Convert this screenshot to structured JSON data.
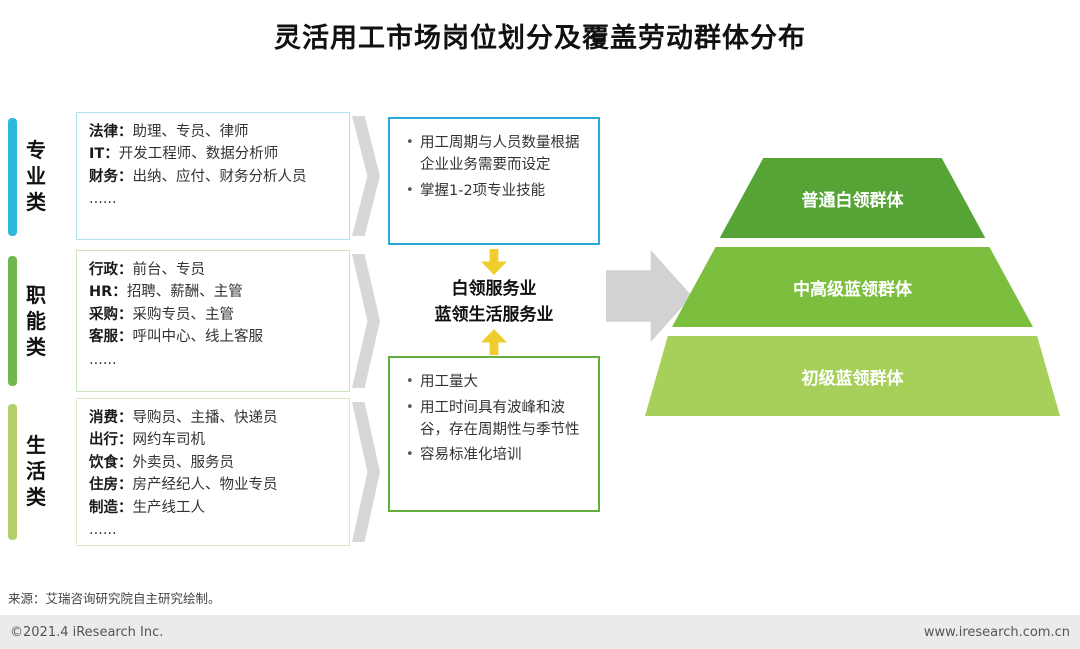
{
  "title": "灵活用工市场岗位划分及覆盖劳动群体分布",
  "colors": {
    "professional_bar": "#2fb8d9",
    "functional_bar": "#6eb84e",
    "life_bar": "#b3cf6b",
    "professional_border": "#aee0f0",
    "functional_border": "#cde3ba",
    "life_border": "#dde9c3",
    "blue_box_border": "#29a8dc",
    "green_box_border": "#61ae3c",
    "yellow_arrow": "#f0cd2f",
    "gray_arrow": "#d2d2d2",
    "footer_bg": "#ebebeb"
  },
  "categories": [
    {
      "label": "专业类",
      "items": [
        {
          "label": "法律：",
          "text": "助理、专员、律师"
        },
        {
          "label": "IT：",
          "text": "开发工程师、数据分析师"
        },
        {
          "label": "财务：",
          "text": "出纳、应付、财务分析人员"
        },
        {
          "label": "",
          "text": "......"
        }
      ]
    },
    {
      "label": "职能类",
      "items": [
        {
          "label": "行政：",
          "text": "前台、专员"
        },
        {
          "label": "HR：",
          "text": "招聘、薪酬、主管"
        },
        {
          "label": "采购：",
          "text": "采购专员、主管"
        },
        {
          "label": "客服：",
          "text": "呼叫中心、线上客服"
        },
        {
          "label": "",
          "text": "......"
        }
      ]
    },
    {
      "label": "生活类",
      "items": [
        {
          "label": "消费：",
          "text": "导购员、主播、快递员"
        },
        {
          "label": "出行：",
          "text": "网约车司机"
        },
        {
          "label": "饮食：",
          "text": "外卖员、服务员"
        },
        {
          "label": "住房：",
          "text": "房产经纪人、物业专员"
        },
        {
          "label": "制造：",
          "text": "生产线工人"
        },
        {
          "label": "",
          "text": "......"
        }
      ]
    }
  ],
  "middle": {
    "white_collar_box": {
      "bullets": [
        "用工周期与人员数量根据企业业务需要而设定",
        "掌握1-2项专业技能"
      ]
    },
    "label_lines": [
      "白领服务业",
      "蓝领生活服务业"
    ],
    "blue_collar_box": {
      "bullets": [
        "用工量大",
        "用工时间具有波峰和波谷，存在周期性与季节性",
        "容易标准化培训"
      ]
    }
  },
  "pyramid": {
    "levels": [
      {
        "label": "普通白领群体",
        "color": "#56a436"
      },
      {
        "label": "中高级蓝领群体",
        "color": "#7cbf3f"
      },
      {
        "label": "初级蓝领群体",
        "color": "#a6d05a"
      }
    ]
  },
  "source": "来源：艾瑞咨询研究院自主研究绘制。",
  "footer": {
    "left": "©2021.4 iResearch Inc.",
    "right": "www.iresearch.com.cn"
  }
}
